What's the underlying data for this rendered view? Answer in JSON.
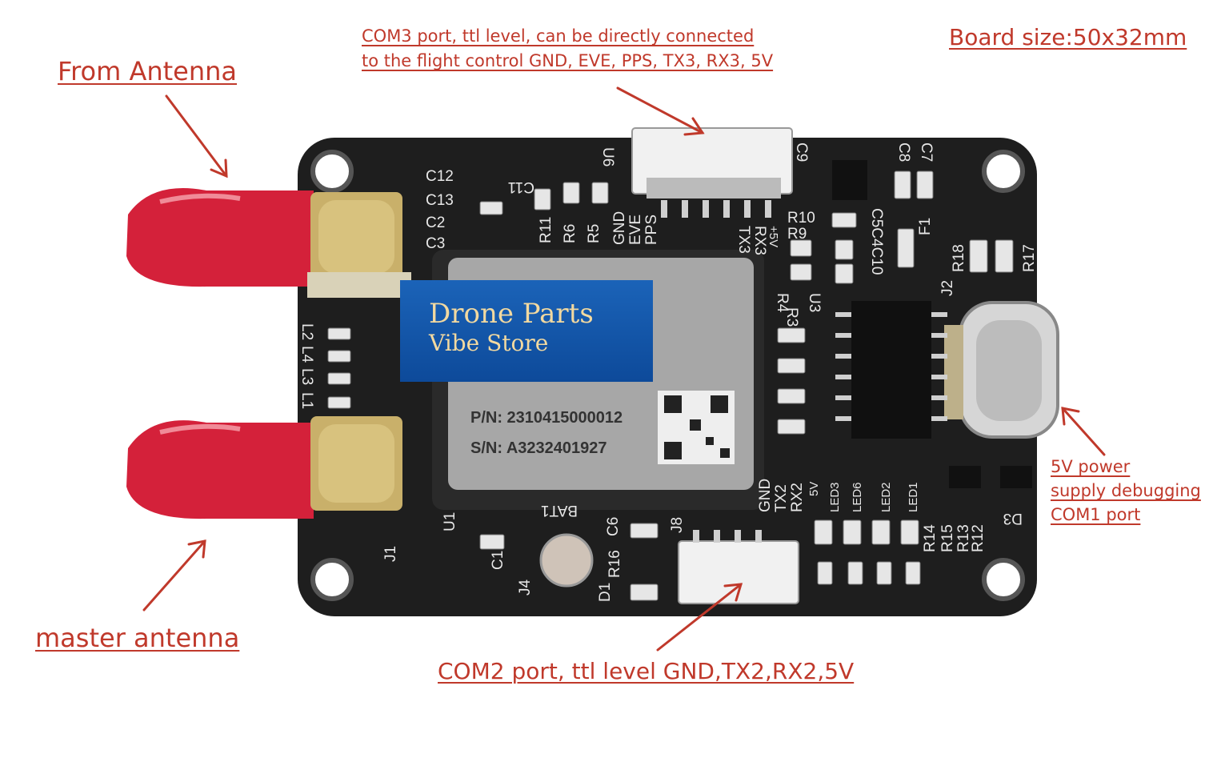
{
  "annotations": {
    "com3_line1": "COM3 port, ttl level, can be directly connected",
    "com3_line2": "to the flight control GND, EVE, PPS, TX3, RX3, 5V",
    "board_size": "Board size:50x32mm",
    "from_antenna": "From Antenna",
    "master_antenna": "master antenna",
    "com2": "COM2 port, ttl level GND,TX2,RX2,5V",
    "usb_line1": "5V power",
    "usb_line2": "supply debugging",
    "usb_line3": "COM1 port"
  },
  "watermark": {
    "line1": "Drone Parts",
    "line2": "Vibe Store"
  },
  "module": {
    "pn": "P/N: 2310415000012",
    "sn": "S/N: A3232401927"
  },
  "silkscreen": {
    "c12": "C12",
    "c13": "C13",
    "c2": "C2",
    "c3": "C3",
    "c11": "C11",
    "r11": "R11",
    "r6": "R6",
    "r5": "R5",
    "gnd": "GND",
    "eve": "EVE",
    "pps": "PPS",
    "tx3": "TX3",
    "rx3": "RX3",
    "v5": "+5V",
    "r10": "R10",
    "r9": "R9",
    "c5c4c10": "C5C4C10",
    "f1": "F1",
    "r18": "R18",
    "r17": "R17",
    "c9": "C9",
    "c8": "C8",
    "c7": "C7",
    "u6": "U6",
    "j2": "J2",
    "u3": "U3",
    "r4": "R4",
    "r3": "R3",
    "l2": "L2",
    "l4": "L4",
    "l3": "L3",
    "l1": "L1",
    "u1": "U1",
    "j1": "J1",
    "bat1": "BAT1",
    "c6": "C6",
    "c1": "C1",
    "j4": "J4",
    "r16": "R16",
    "d1": "D1",
    "j8": "J8",
    "gnd2": "GND",
    "tx2": "TX2",
    "rx2": "RX2",
    "v5b": "5V",
    "led3": "LED3",
    "led6": "LED6",
    "led2": "LED2",
    "led1": "LED1",
    "r14": "R14",
    "r15": "R15",
    "r13": "R13",
    "r12": "R12",
    "d3": "D3"
  },
  "colors": {
    "annotation": "#c0392b",
    "board": "#1e1e1e",
    "antenna_cap": "#d4213a",
    "connector_gold": "#c9b06a",
    "watermark": "#1b63b8"
  }
}
